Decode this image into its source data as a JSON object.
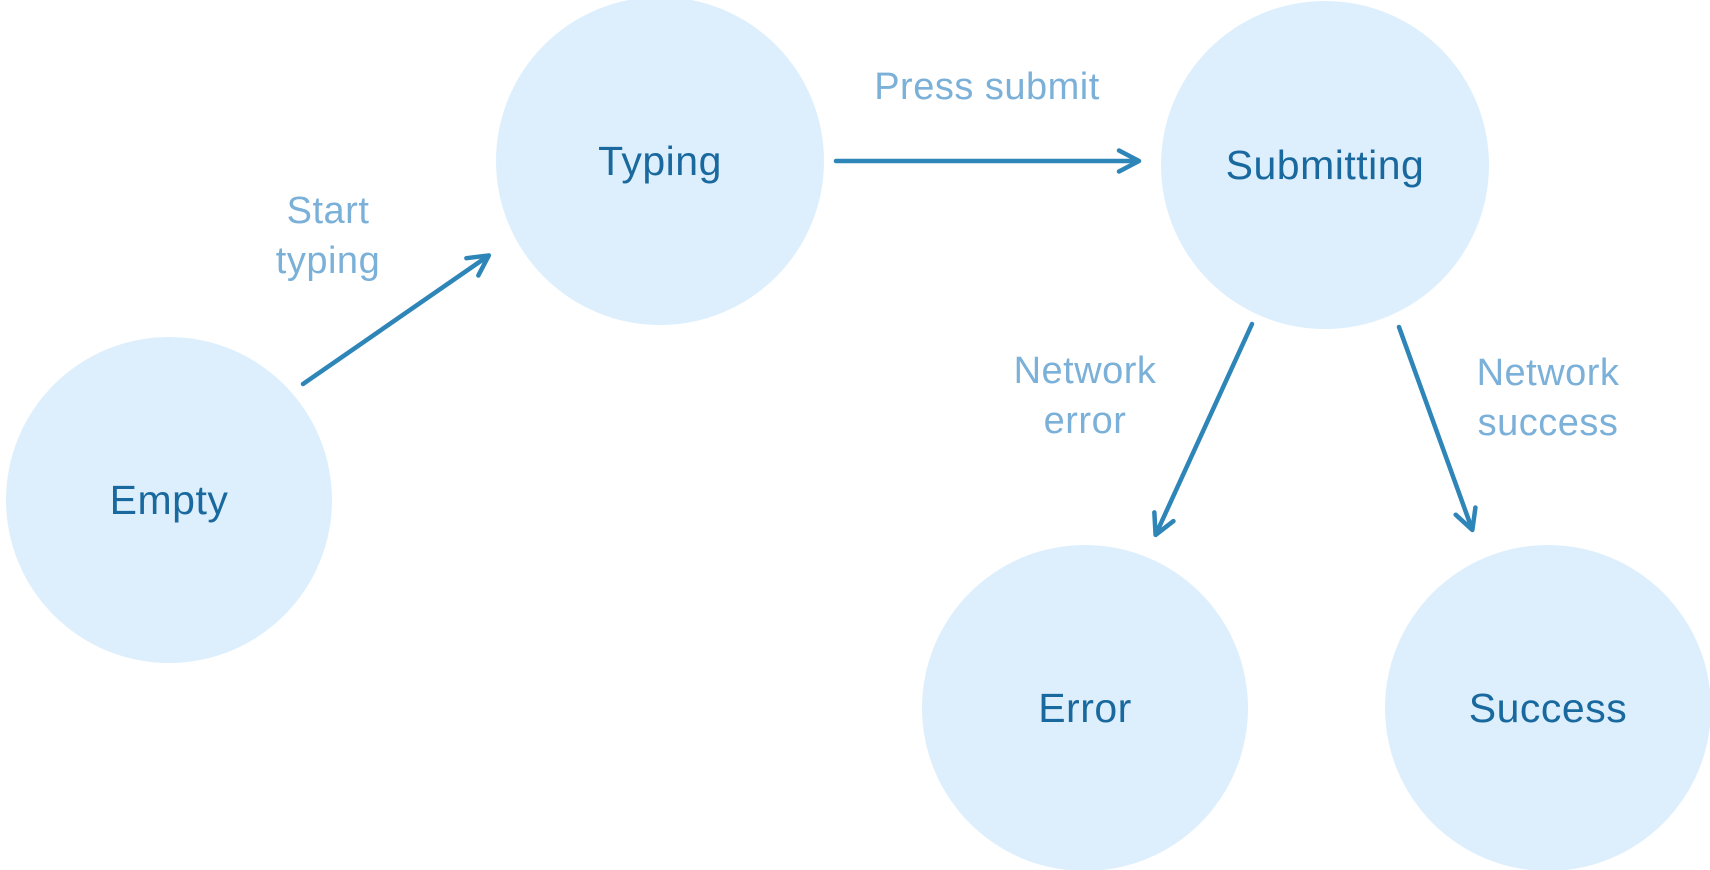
{
  "diagram": {
    "type": "state-machine",
    "description": "Form submission state diagram",
    "colors": {
      "node_fill": "#ddeffc",
      "node_text": "#19699f",
      "arrow": "#2e85b8",
      "edge_label": "#7bb0d8",
      "background": "#ffffff"
    },
    "nodes": [
      {
        "id": "empty",
        "label": "Empty"
      },
      {
        "id": "typing",
        "label": "Typing"
      },
      {
        "id": "submitting",
        "label": "Submitting"
      },
      {
        "id": "error",
        "label": "Error"
      },
      {
        "id": "success",
        "label": "Success"
      }
    ],
    "edges": [
      {
        "id": "start-typing",
        "from": "empty",
        "to": "typing",
        "label": "Start typing"
      },
      {
        "id": "press-submit",
        "from": "typing",
        "to": "submitting",
        "label": "Press submit"
      },
      {
        "id": "network-error",
        "from": "submitting",
        "to": "error",
        "label": "Network error"
      },
      {
        "id": "network-success",
        "from": "submitting",
        "to": "success",
        "label": "Network success"
      }
    ]
  }
}
